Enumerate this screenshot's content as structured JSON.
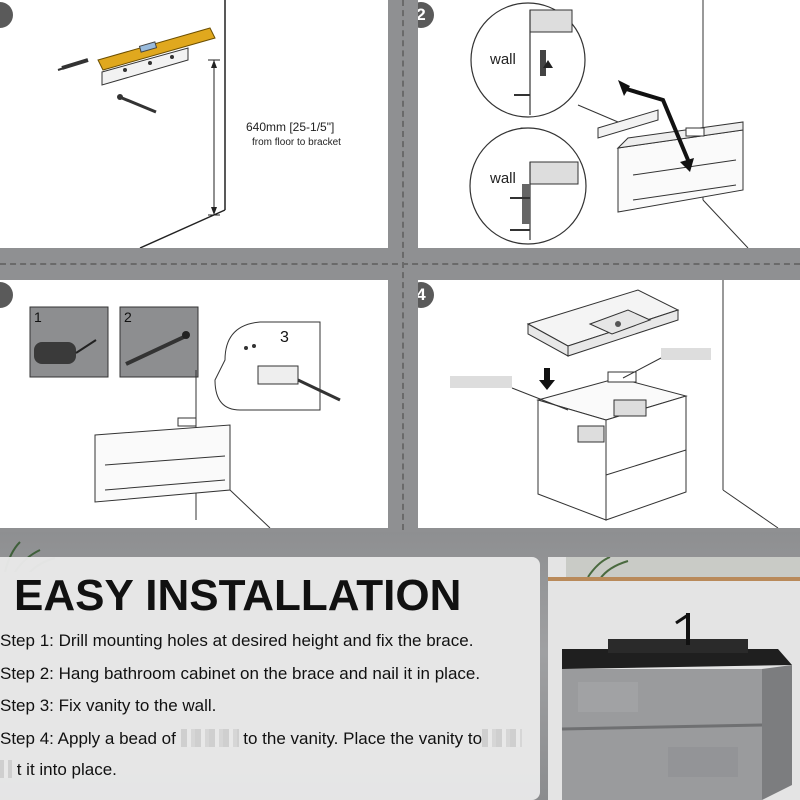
{
  "panels": [
    {
      "badge": "",
      "label": "640mm  [25-1/5\"]",
      "sublabel": "from floor to bracket"
    },
    {
      "badge": "2",
      "wall_top": "wall",
      "wall_bottom": "wall"
    },
    {
      "badge": "",
      "inset1": "1",
      "inset2": "2",
      "inset3": "3"
    },
    {
      "badge": "4"
    }
  ],
  "headline": "EASY INSTALLATION",
  "steps": {
    "s1": "Step 1: Drill mounting holes at desired height and fix the brace.",
    "s2": "Step 2: Hang bathroom cabinet on the brace and nail it in place.",
    "s3": "Step 3: Fix vanity to the wall.",
    "s4a": "Step 4: Apply a bead of",
    "s4b": "to the vanity. Place the vanity to",
    "s4c": "t it into place."
  },
  "colors": {
    "level": "#e0a81e",
    "badge": "#5a5a5a",
    "text": "#111111"
  }
}
